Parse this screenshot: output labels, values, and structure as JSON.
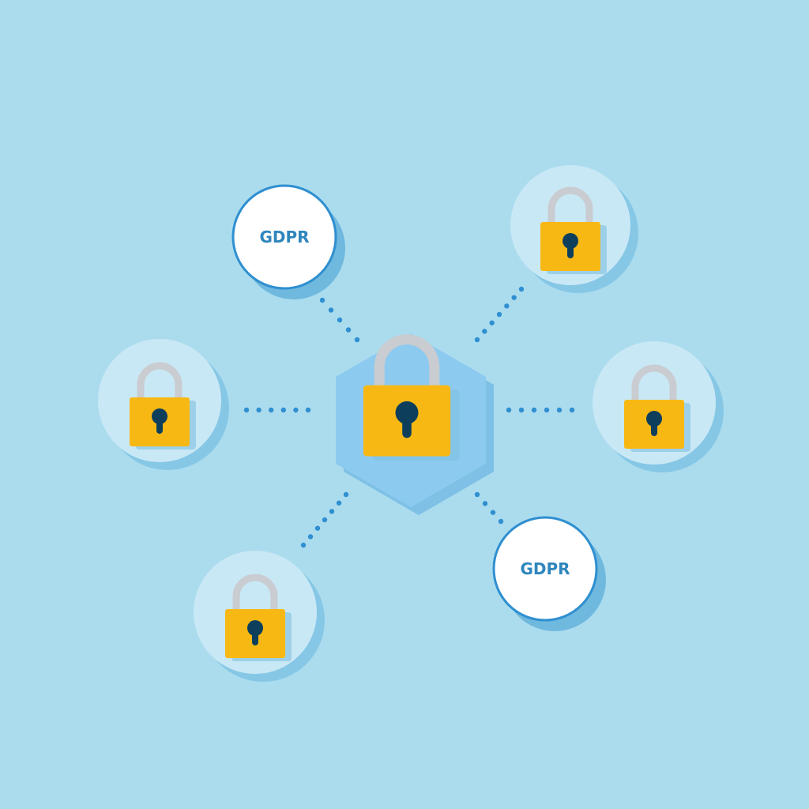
{
  "labels": {
    "gdpr_top": "GDPR",
    "gdpr_bottom": "GDPR"
  },
  "icons": [
    "padlock-icon",
    "hexagon-shape",
    "gdpr-badge"
  ],
  "colors": {
    "background": "#abdcee",
    "lock_body": "#f8b814",
    "keyhole": "#0d3f5c",
    "shackle": "#c9ccd0",
    "hexagon": "#8ccaf0",
    "connector_dots": "#2f8fd0",
    "gdpr_text": "#2f86bd"
  }
}
